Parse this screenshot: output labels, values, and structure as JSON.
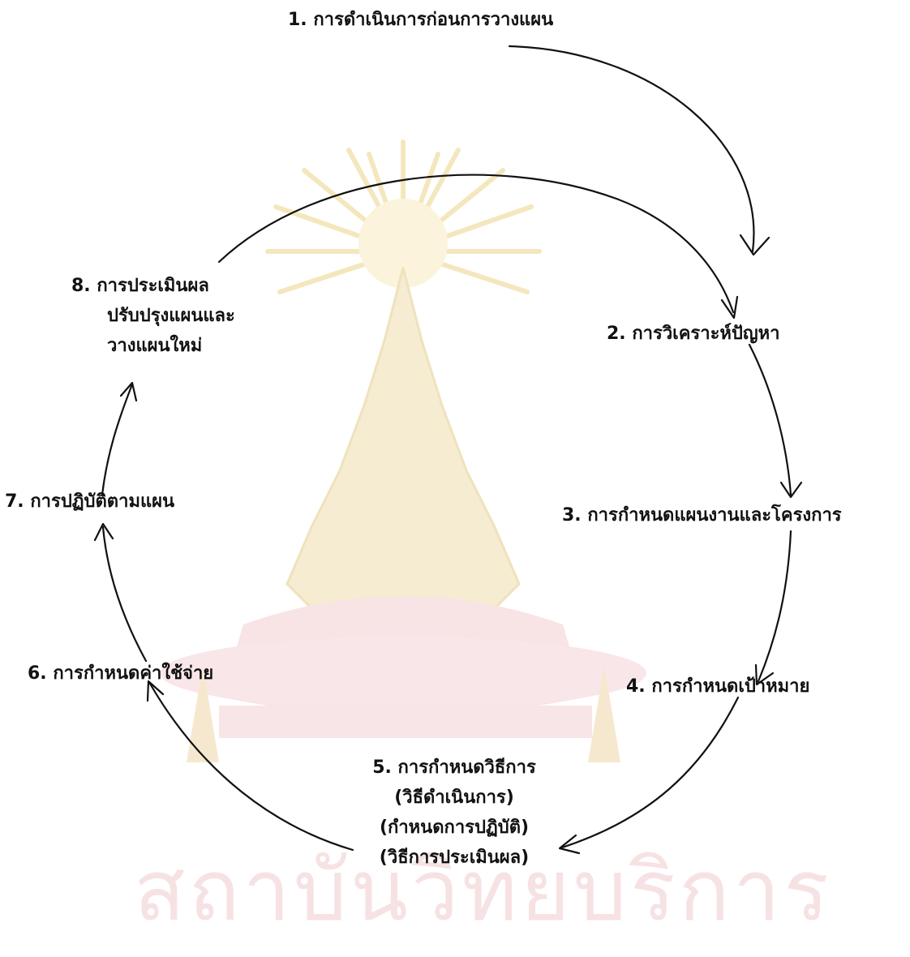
{
  "steps": [
    {
      "id": 1,
      "lines": [
        "1.  การดำเนินการก่อนการวางแผน"
      ]
    },
    {
      "id": 2,
      "lines": [
        "2.  การวิเคราะห์ปัญหา"
      ]
    },
    {
      "id": 3,
      "lines": [
        "3.  การกำหนดแผนงานและโครงการ"
      ]
    },
    {
      "id": 4,
      "lines": [
        "4.  การกำหนดเป้าหมาย"
      ]
    },
    {
      "id": 5,
      "lines": [
        "5. การกำหนดวิธีการ",
        "(วิธีดำเนินการ)",
        "(กำหนดการปฏิบัติ)",
        "(วิธีการประเมินผล)"
      ]
    },
    {
      "id": 6,
      "lines": [
        "6.  การกำหนดค่าใช้จ่าย"
      ]
    },
    {
      "id": 7,
      "lines": [
        "7.  การปฏิบัติตามแผน"
      ]
    },
    {
      "id": 8,
      "lines": [
        "8.  การประเมินผล",
        "ปรับปรุงแผนและ",
        "วางแผนใหม่"
      ]
    }
  ],
  "watermark_text": "สถาบันวิทยบริการ",
  "colors": {
    "text": "#111111",
    "arrow": "#111111",
    "watermark_gold": "#f3e4b0",
    "watermark_pink": "#f7dfe2"
  }
}
